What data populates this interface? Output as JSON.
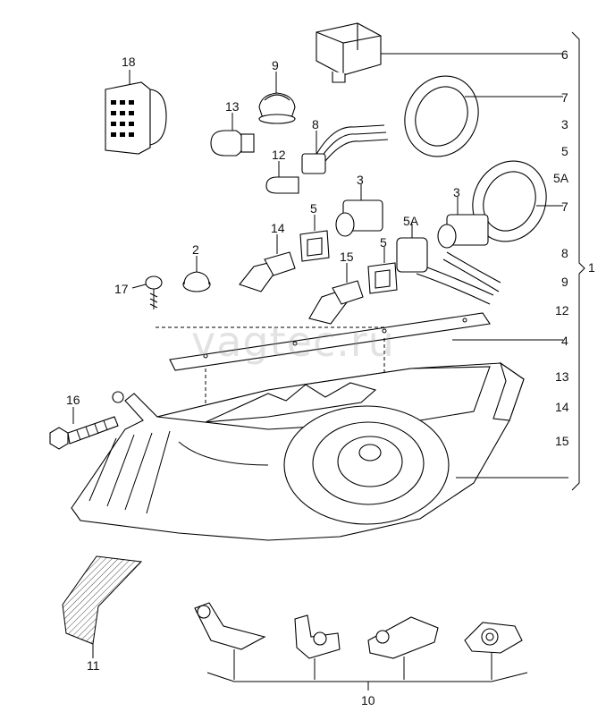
{
  "watermark": "vagtec.ru",
  "callouts": {
    "c18": "18",
    "c9": "9",
    "c13": "13",
    "c8": "8",
    "c12": "12",
    "c3a": "3",
    "c5a": "5",
    "c14": "14",
    "c3b": "3",
    "c5Aa": "5A",
    "c2": "2",
    "c17": "17",
    "c15": "15",
    "c5b": "5",
    "c16": "16",
    "c11": "11",
    "c10": "10"
  },
  "index_column": [
    "6",
    "7",
    "3",
    "5",
    "5A",
    "7",
    "8",
    "9",
    "12",
    "4",
    "13",
    "14",
    "15"
  ],
  "assembly_label": "1",
  "colors": {
    "ink": "#000000",
    "watermark": "#969696",
    "background": "#ffffff"
  }
}
